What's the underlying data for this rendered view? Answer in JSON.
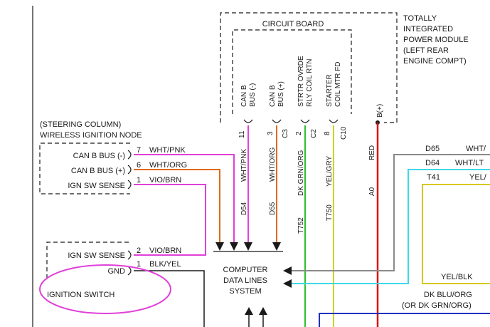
{
  "tipm": {
    "title_lines": [
      "TOTALLY",
      "INTEGRATED",
      "POWER MODULE",
      "(LEFT REAR",
      "ENGINE COMPT)"
    ],
    "circuit_board": "CIRCUIT BOARD",
    "pins": [
      {
        "label_lines": [
          "CAN B",
          "BUS (-)"
        ],
        "num": "11"
      },
      {
        "label_lines": [
          "CAN B",
          "BUS (+)"
        ],
        "num": "3"
      },
      {
        "label_lines": [
          "STRTR OVRDE",
          "RLY COIL RTN"
        ],
        "num": "C3"
      },
      {
        "label_lines": [
          "STARTER",
          "COIL MTR FD"
        ],
        "num": "2"
      },
      {
        "extra": "C2"
      },
      {
        "num2": "8"
      },
      {
        "num3": "C10"
      }
    ],
    "b_plus": "B(+)"
  },
  "win": {
    "title_lines": [
      "(STEERING COLUMN)",
      "WIRELESS IGNITION NODE"
    ],
    "pins": [
      {
        "label": "CAN B BUS (-)",
        "num": "7",
        "wire": "WHT/PNK"
      },
      {
        "label": "CAN B BUS (+)",
        "num": "6",
        "wire": "WHT/ORG"
      },
      {
        "label": "IGN SW SENSE",
        "num": "1",
        "wire": "VIO/BRN"
      }
    ]
  },
  "ignition_switch": {
    "title": "IGNITION SWITCH",
    "pins": [
      {
        "label": "IGN SW SENSE",
        "num": "2",
        "wire": "VIO/BRN"
      },
      {
        "label": "GND",
        "num": "1",
        "wire": "BLK/YEL"
      }
    ]
  },
  "vertical_wires": [
    {
      "name": "WHT/PNK",
      "circuit": "D54"
    },
    {
      "name": "WHT/ORG",
      "circuit": "D55"
    },
    {
      "name": "DK GRN/ORG",
      "circuit": "T752"
    },
    {
      "name": "YEL/GRY",
      "circuit": "T750"
    },
    {
      "name": "RED",
      "circuit": "A0"
    }
  ],
  "cdl": {
    "label_lines": [
      "COMPUTER",
      "DATA LINES",
      "SYSTEM"
    ]
  },
  "right_wires": [
    {
      "circuit": "D65",
      "name": "WHT/"
    },
    {
      "circuit": "D64",
      "name": "WHT/LT"
    },
    {
      "circuit": "T41",
      "name": "YEL/"
    }
  ],
  "right_labels": {
    "yel_blk": "YEL/BLK",
    "dk_blu_org": "DK BLU/ORG",
    "or_dk_grn_org": "(OR DK GRN/ORG)"
  },
  "colors": {
    "wht_pnk": "#e040d8",
    "vio_brn": "#e040d8",
    "wht_org": "#e06a1a",
    "dk_grn_org": "#2ec02e",
    "yel_gry": "#c8d818",
    "red": "#e01010",
    "gray": "#8a8a8a",
    "cyan": "#40d8e8",
    "yellow": "#d8c820",
    "blue": "#2030c0",
    "highlight": "#e040d8",
    "black": "#1a1a1a"
  }
}
